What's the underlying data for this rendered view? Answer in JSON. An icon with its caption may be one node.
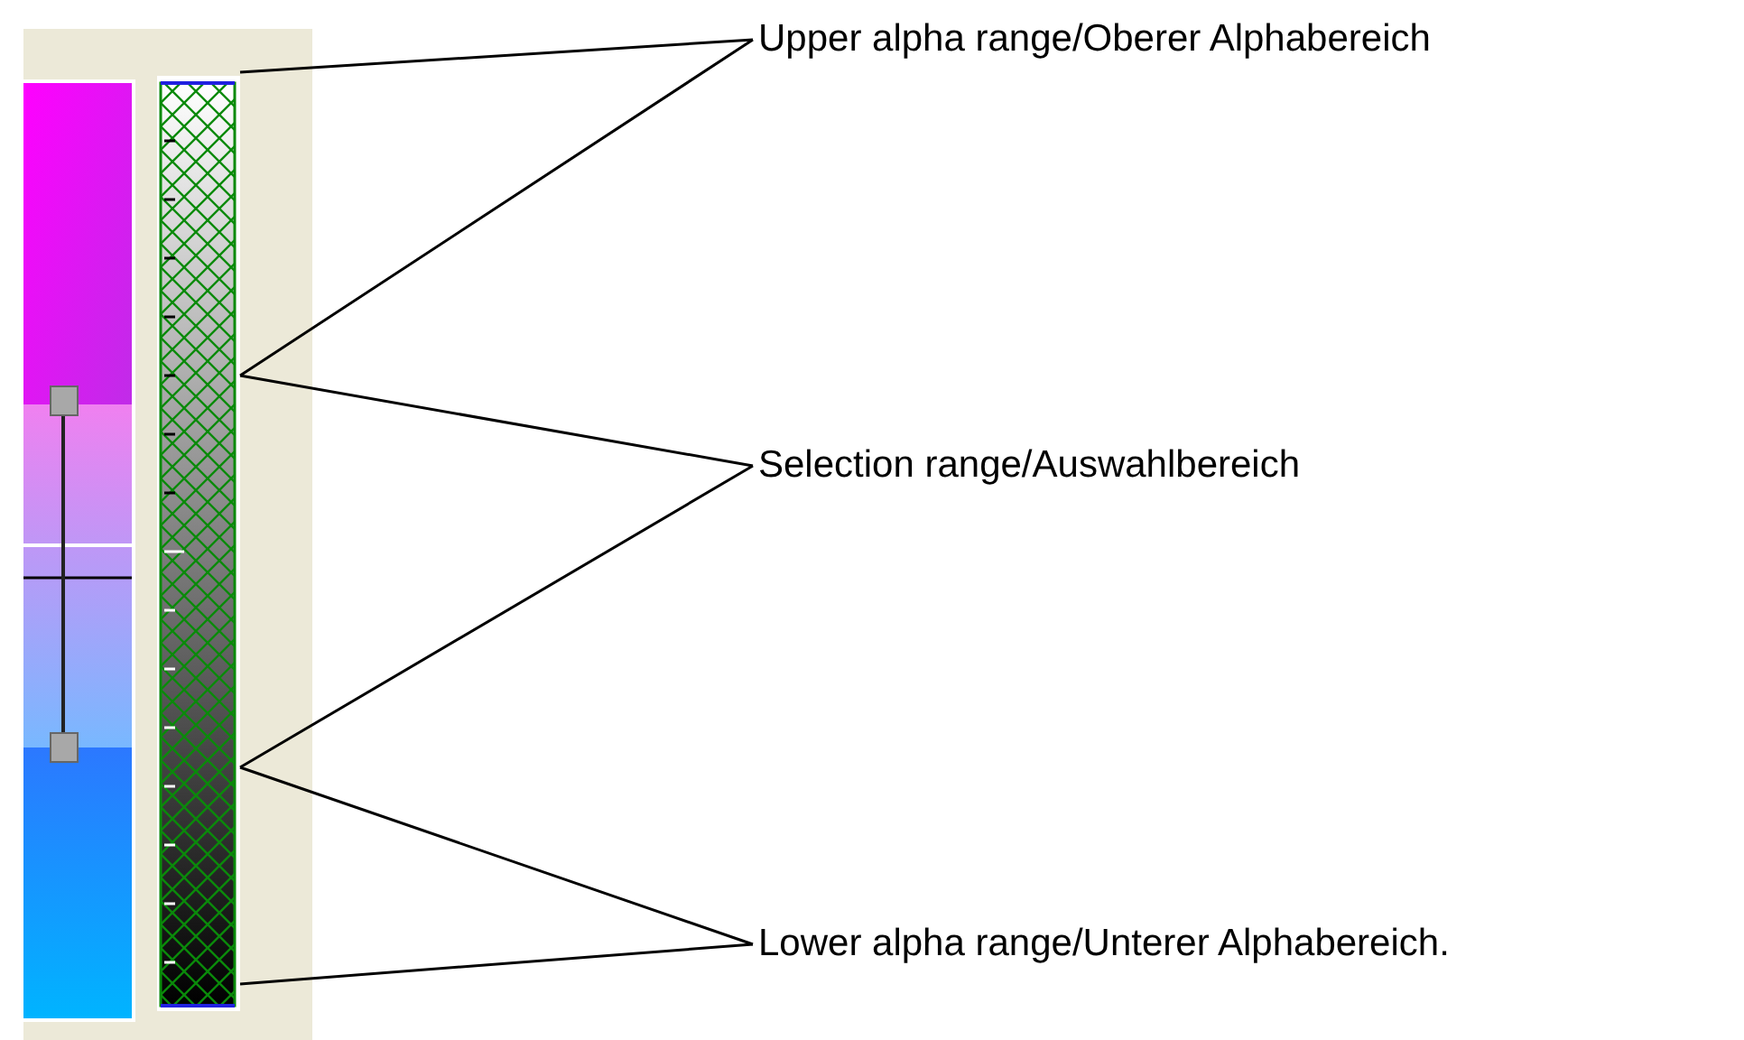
{
  "diagram": {
    "nodes": [
      {
        "text": [
          "Upper alpha range/Oberer Alphabereich"
        ]
      },
      {
        "text": [
          "Selection range/Auswahlbereich"
        ]
      },
      {
        "text": [
          "Lower alpha range/Unterer Alphabereich."
        ]
      }
    ],
    "edges": [
      {
        "from": 0,
        "to": null,
        "arrow": "none"
      },
      {
        "from": 0,
        "to": null,
        "arrow": "none"
      },
      {
        "from": 1,
        "to": null,
        "arrow": "none"
      },
      {
        "from": 1,
        "to": null,
        "arrow": "none"
      },
      {
        "from": 2,
        "to": null,
        "arrow": "none"
      },
      {
        "from": 2,
        "to": null,
        "arrow": "none"
      }
    ]
  }
}
